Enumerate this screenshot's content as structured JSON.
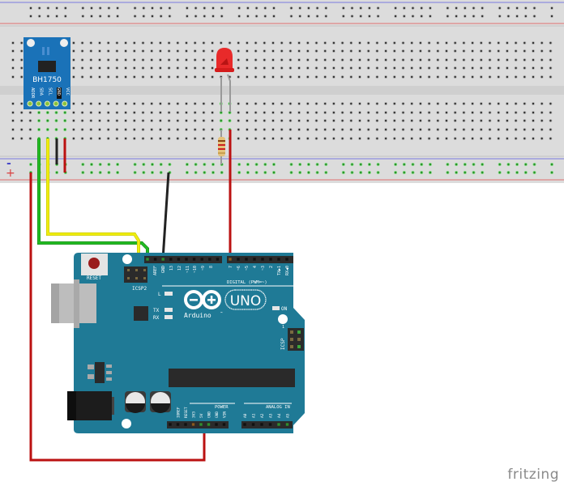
{
  "app": {
    "watermark": "fritzing"
  },
  "breadboard": {
    "rail_minus_label": "-",
    "rail_plus_label": "+",
    "colors": {
      "body": "#dcdcdc",
      "rail_blue": "#6a6ad8",
      "rail_red": "#e05050",
      "hole": "#333333",
      "hole_active": "#2ea82e"
    }
  },
  "sensor": {
    "name": "BH1750",
    "pins": [
      "ADDR",
      "SDA",
      "SCL",
      "GND",
      "VCC"
    ],
    "color": "#1a72b8"
  },
  "led": {
    "color": "#e82a2a"
  },
  "resistor": {
    "bands": [
      "#8b4513",
      "#cc2222",
      "#cc2222"
    ]
  },
  "arduino": {
    "model": "UNO",
    "brand": "Arduino",
    "trademark": "™",
    "reset_label": "RESET",
    "icsp2_label": "ICSP2",
    "icsp_label": "ICSP",
    "icsp_pin1": "1",
    "led_labels": {
      "l": "L",
      "tx": "TX",
      "rx": "RX",
      "on": "ON"
    },
    "digital_header_label": "DIGITAL (PWM=~)",
    "digital_pins": [
      "AREF",
      "GND",
      "13",
      "12",
      "~11",
      "~10",
      "~9",
      "8",
      "7",
      "~6",
      "~5",
      "4",
      "~3",
      "2",
      "TX▶1",
      "RX◀0"
    ],
    "power_header_label": "POWER",
    "power_pins": [
      "IOREF",
      "RESET",
      "3V3",
      "5V",
      "GND",
      "GND",
      "VIN"
    ],
    "analog_header_label": "ANALOG IN",
    "analog_pins": [
      "A0",
      "A1",
      "A2",
      "A3",
      "A4",
      "A5"
    ],
    "color": "#1f7a96"
  },
  "wires": [
    {
      "from": "BH1750 SDA",
      "to": "Arduino SDA",
      "color": "#22bb22"
    },
    {
      "from": "BH1750 SCL",
      "to": "Arduino SCL",
      "color": "#f0ee10"
    },
    {
      "from": "BH1750 GND",
      "to": "Rail -",
      "color": "#222222"
    },
    {
      "from": "BH1750 VCC",
      "to": "Rail +",
      "color": "#cc1111"
    },
    {
      "from": "Rail -",
      "to": "Arduino GND",
      "color": "#222222"
    },
    {
      "from": "LED anode",
      "to": "Arduino pin 7",
      "color": "#cc1111"
    },
    {
      "from": "Rail +",
      "to": "Arduino 5V",
      "color": "#cc1111"
    }
  ]
}
